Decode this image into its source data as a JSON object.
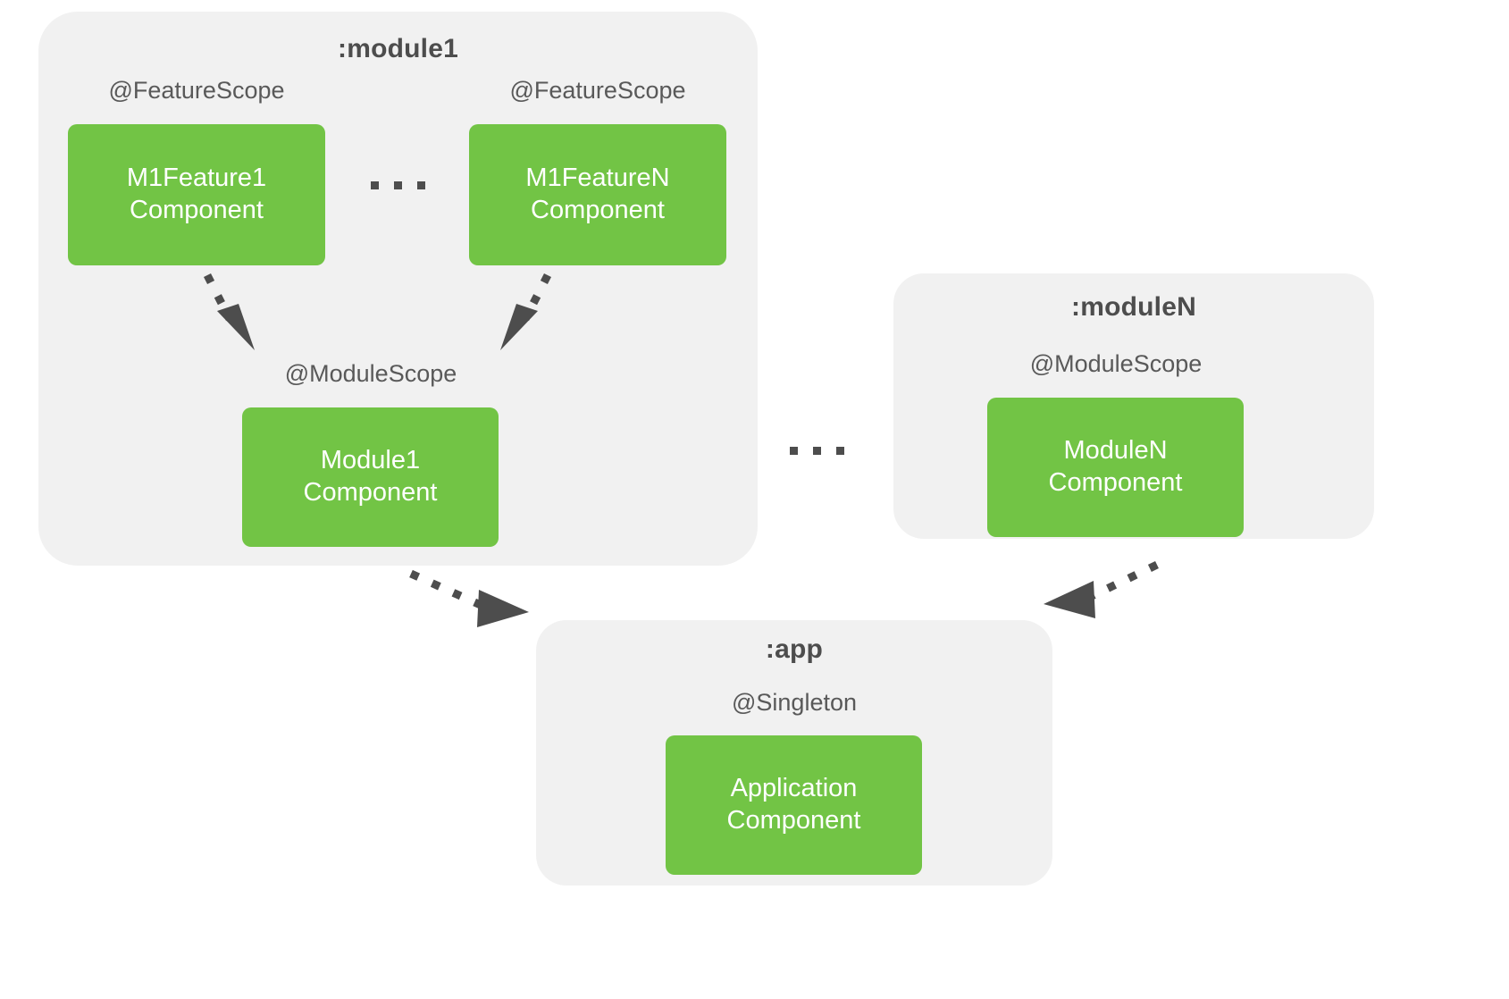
{
  "diagram": {
    "title_text": "",
    "colors": {
      "panel_background": "#f1f1f1",
      "component_green": "#72c445",
      "text_dark": "#4d4d4d",
      "label_gray": "#595959",
      "arrow_gray": "#4d4d4d",
      "page_background": "#ffffff"
    },
    "panels": [
      {
        "id": "module1",
        "title": ":module1",
        "scopes": [
          {
            "label": "@FeatureScope"
          },
          {
            "label": "@FeatureScope"
          },
          {
            "label": "@ModuleScope"
          }
        ],
        "components": [
          {
            "line1": "M1Feature1",
            "line2": "Component"
          },
          {
            "line1": "M1FeatureN",
            "line2": "Component"
          },
          {
            "line1": "Module1",
            "line2": "Component"
          }
        ],
        "inner_ellipsis": "..."
      },
      {
        "id": "moduleN",
        "title": ":moduleN",
        "scopes": [
          {
            "label": "@ModuleScope"
          }
        ],
        "components": [
          {
            "line1": "ModuleN",
            "line2": "Component"
          }
        ]
      },
      {
        "id": "app",
        "title": ":app",
        "scopes": [
          {
            "label": "@Singleton"
          }
        ],
        "components": [
          {
            "line1": "Application",
            "line2": "Component"
          }
        ]
      }
    ],
    "between_modules_ellipsis": "...",
    "edges": [
      {
        "id": "m1feature1-to-module1",
        "from": "M1Feature1Component",
        "to": "Module1Component",
        "style": "dotted-arrow"
      },
      {
        "id": "m1featureN-to-module1",
        "from": "M1FeatureNComponent",
        "to": "Module1Component",
        "style": "dotted-arrow"
      },
      {
        "id": "module1-to-app",
        "from": "Module1Component",
        "to": "ApplicationComponent",
        "style": "dotted-arrow"
      },
      {
        "id": "moduleN-to-app",
        "from": "ModuleNComponent",
        "to": "ApplicationComponent",
        "style": "dotted-arrow"
      }
    ]
  }
}
